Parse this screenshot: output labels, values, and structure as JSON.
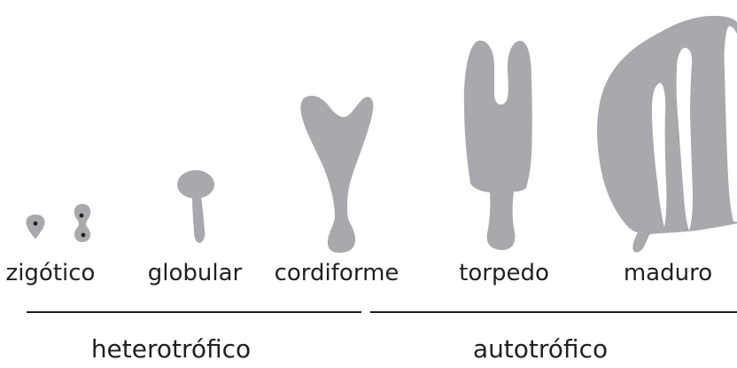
{
  "colors": {
    "embryo": "#a7a9ac",
    "text": "#231f20",
    "line": "#231f20",
    "dot": "#231f20",
    "background": "#ffffff"
  },
  "stages": [
    {
      "label": "zigótico"
    },
    {
      "label": "globular"
    },
    {
      "label": "cordiforme"
    },
    {
      "label": "torpedo"
    },
    {
      "label": "maduro"
    }
  ],
  "phases": [
    {
      "label": "heterotrófico"
    },
    {
      "label": "autotrófico"
    }
  ]
}
